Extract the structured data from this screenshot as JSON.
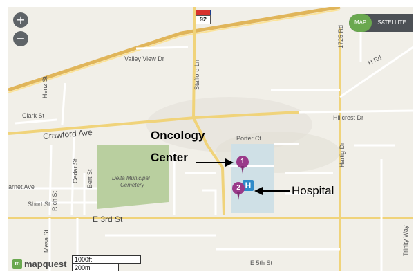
{
  "map": {
    "controls": {
      "zoom_in": "+",
      "zoom_out": "−"
    },
    "map_types": [
      {
        "label": "MAP",
        "active": true
      },
      {
        "label": "SATELLITE",
        "active": false
      }
    ],
    "shield": {
      "number": "92"
    },
    "road_labels": {
      "valley_view": "Valley View Dr",
      "stafford": "Stafford Ln",
      "road_1725": "1725 Rd",
      "h_rd": "H Rd",
      "henz": "Henz St",
      "clark": "Clark St",
      "crawford": "Crawford Ave",
      "hillcrest": "Hillcrest Dr",
      "porter": "Porter Ct",
      "hartig": "Hartig Dr",
      "cedar": "Cedar St",
      "bert": "Bert St",
      "garnet": "arnet Ave",
      "short": "Short St",
      "richs": "Rich St",
      "e3rd": "E 3rd St",
      "mesa": "Mesa St",
      "e5th": "E 5th St",
      "trinity": "Trinity Way",
      "cemetery_line1": "Delta Municipal",
      "cemetery_line2": "Cemetery"
    },
    "markers": [
      {
        "label": "1"
      },
      {
        "label": "2"
      }
    ],
    "hospital_icon": "H",
    "annotations": {
      "oncology_line1": "Oncology",
      "oncology_line2": "Center",
      "hospital": "Hospital"
    },
    "logo": {
      "text": "mapquest"
    },
    "scale": {
      "feet": "1000ft",
      "meters": "200m"
    },
    "colors": {
      "marker": "#9a3a8a",
      "hospital": "#2f8bc9",
      "active_tab": "#6aa84f",
      "park": "#b9cf9f"
    }
  }
}
